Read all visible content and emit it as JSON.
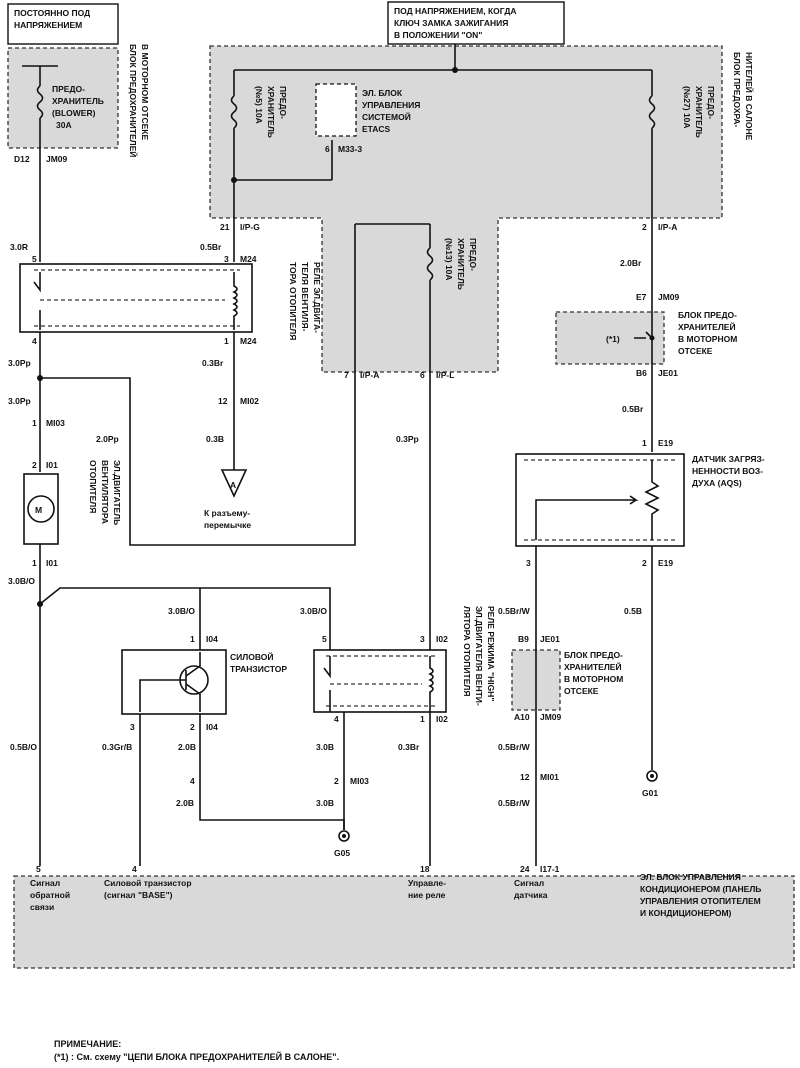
{
  "labels": {
    "const_power": [
      "ПОСТОЯННО ПОД",
      "НАПРЯЖЕНИЕМ"
    ],
    "ign_power": [
      "ПОД НАПРЯЖЕНИЕМ, КОГДА",
      "КЛЮЧ ЗАМКА ЗАЖИГАНИЯ",
      "В ПОЛОЖЕНИИ \"ON\""
    ],
    "engine_fuse_box_v": [
      "БЛОК ПРЕДОХРАНИТЕЛЕЙ",
      "В МОТОРНОМ ОТСЕКЕ"
    ],
    "cabin_fuse_box_v": [
      "БЛОК ПРЕДОХРА-",
      "НИТЕЛЕЙ В САЛОНЕ"
    ],
    "fuse_blower": [
      "ПРЕДО-",
      "ХРАНИТЕЛЬ",
      "(BLOWER)",
      "30A"
    ],
    "fuse5": [
      "ПРЕДО-",
      "ХРАНИТЕЛЬ",
      "(№5) 10A"
    ],
    "fuse27": [
      "ПРЕДО-",
      "ХРАНИТЕЛЬ",
      "(№27) 10A"
    ],
    "fuse13": [
      "ПРЕДО-",
      "ХРАНИТЕЛЬ",
      "(№13) 10A"
    ],
    "etacs": [
      "ЭЛ. БЛОК",
      "УПРАВЛЕНИЯ",
      "СИСТЕМОЙ",
      "ETACS"
    ],
    "blower_relay_v": [
      "РЕЛЕ ЭЛ.ДВИГА-",
      "ТЕЛЯ ВЕНТИЛЯ-",
      "ТОРА ОТОПИТЕЛЯ"
    ],
    "blower_motor_v": [
      "ЭЛ.ДВИГАТЕЛЬ",
      "ВЕНТИЛЯТОРА",
      "ОТОПИТЕЛЯ"
    ],
    "high_relay_v": [
      "РЕЛЕ РЕЖИМА \"HIGH\"",
      "ЭЛ.ДВИГАТЕЛЯ ВЕНТИ-",
      "ЛЯТОРА ОТОПИТЕЛЯ"
    ],
    "connector_a": [
      "К разъему-",
      "перемычке"
    ],
    "engine_fuse_box_1": [
      "БЛОК ПРЕДО-",
      "ХРАНИТЕЛЕЙ",
      "В МОТОРНОМ",
      "ОТСЕКЕ"
    ],
    "engine_fuse_box_2": [
      "БЛОК ПРЕДО-",
      "ХРАНИТЕЛЕЙ",
      "В МОТОРНОМ",
      "ОТСЕКЕ"
    ],
    "aqs": [
      "ДАТЧИК ЗАГРЯЗ-",
      "НЕННОСТИ ВОЗ-",
      "ДУХА (AQS)"
    ],
    "power_transistor": [
      "СИЛОВОЙ",
      "ТРАНЗИСТОР"
    ],
    "ac_unit": [
      "ЭЛ. БЛОК УПРАВЛЕНИЯ",
      "КОНДИЦИОНЕРОМ (ПАНЕЛЬ",
      "УПРАВЛЕНИЯ ОТОПИТЕЛЕМ",
      "И КОНДИЦИОНЕРОМ)"
    ],
    "sig_feedback": [
      "Сигнал",
      "обратной",
      "связи"
    ],
    "sig_transistor": [
      "Силовой транзистор",
      "(сигнал \"BASE\")"
    ],
    "sig_relay": [
      "Управле-",
      "ние реле"
    ],
    "sig_sensor": [
      "Сигнал",
      "датчика"
    ],
    "star1": "(*1)",
    "motor_m": "M",
    "conn_a": "A"
  },
  "connectors": {
    "d12": "D12",
    "jm09": "JM09",
    "c21": "21",
    "ipg": "I/P-G",
    "c6": "6",
    "m333": "M33-3",
    "c2a": "2",
    "ipa": "I/P-A",
    "c5": "5",
    "c3": "3",
    "m24": "M24",
    "c4": "4",
    "c1": "1",
    "c12": "12",
    "mi02": "MI02",
    "mi03": "MI03",
    "i01": "I01",
    "c7": "7",
    "ipa2": "I/P-A",
    "c6b": "6",
    "ipl": "I/P-L",
    "e7": "E7",
    "jm09b": "JM09",
    "b6": "B6",
    "je01": "JE01",
    "e19": "E19",
    "i04": "I04",
    "i02": "I02",
    "b9": "B9",
    "je01b": "JE01",
    "a10": "A10",
    "jm09c": "JM09",
    "mi01": "MI01",
    "g05": "G05",
    "g01": "G01",
    "c18": "18",
    "c24": "24",
    "i171": "I17-1",
    "c2": "2"
  },
  "wires": {
    "w30r": "3.0R",
    "w05br": "0.5Br",
    "w20br": "2.0Br",
    "w30pp": "3.0Pp",
    "w30pp2": "3.0Pp",
    "w03br": "0.3Br",
    "w03b": "0.3B",
    "w20pp": "2.0Pp",
    "w03pp": "0.3Pp",
    "w05br2": "0.5Br",
    "w30bo": "3.0B/O",
    "w30bo2": "3.0B/O",
    "w30bo3": "3.0B/O",
    "w05bo": "0.5B/O",
    "w03grb": "0.3Gr/B",
    "w20b": "2.0B",
    "w20b2": "2.0B",
    "w30b": "3.0B",
    "w30b2": "3.0B",
    "w03br2": "0.3Br",
    "w05brw": "0.5Br/W",
    "w05brw2": "0.5Br/W",
    "w05brw3": "0.5Br/W",
    "w05b": "0.5B"
  },
  "note": {
    "title": "ПРИМЕЧАНИЕ:",
    "text": "(*1) : См. схему \"ЦЕПИ БЛОКА ПРЕДОХРАНИТЕЛЕЙ В САЛОНЕ\"."
  }
}
